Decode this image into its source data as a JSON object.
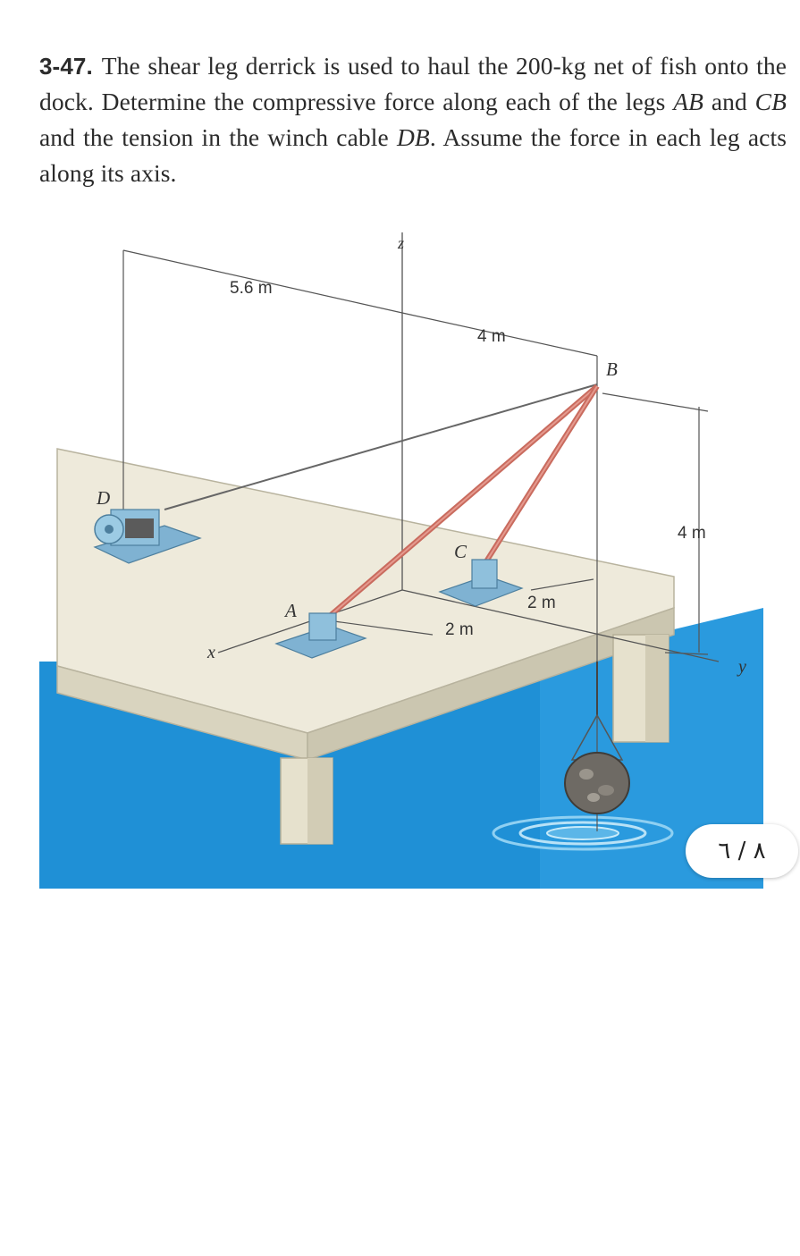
{
  "problem": {
    "number": "3-47.",
    "segments": [
      {
        "t": "The shear leg derrick is used to haul the 200-kg net of fish onto the dock. Determine the compressive force along each of the legs ",
        "i": false
      },
      {
        "t": "AB",
        "i": true
      },
      {
        "t": " and ",
        "i": false
      },
      {
        "t": "CB",
        "i": true
      },
      {
        "t": " and the tension in the winch cable ",
        "i": false
      },
      {
        "t": "DB",
        "i": true
      },
      {
        "t": ". Assume the force in each leg acts along its axis.",
        "i": false
      }
    ]
  },
  "figure": {
    "labels": {
      "z_axis": "z",
      "x_axis": "x",
      "y_axis": "y",
      "point_a": "A",
      "point_b": "B",
      "point_c": "C",
      "point_d": "D"
    },
    "dimensions": {
      "d_to_origin": "5.6 m",
      "origin_to_b": "4 m",
      "b_height": "4 m",
      "origin_to_a": "2 m",
      "origin_to_c": "2 m"
    },
    "colors": {
      "water": "#1c8ed4",
      "dock_top": "#ece8d8",
      "dock_side": "#d3ceb9",
      "legs": "#c96b5e",
      "mount": "#7fb2d2"
    }
  },
  "page_indicator": "٨ / ٦"
}
